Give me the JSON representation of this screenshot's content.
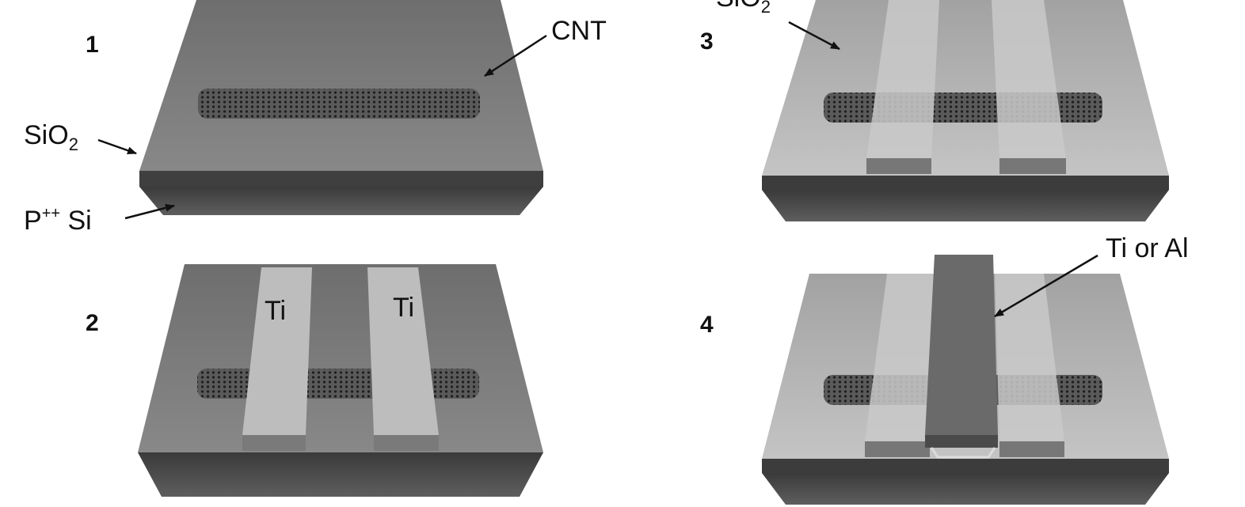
{
  "panels": [
    {
      "number": "1"
    },
    {
      "number": "2"
    },
    {
      "number": "3"
    },
    {
      "number": "4"
    }
  ],
  "labels": {
    "cnt": "CNT",
    "sio2_base": "SiO",
    "sio2_sub": "2",
    "psi_base": "P",
    "psi_sup": "++",
    "psi_tail": " Si",
    "ti_left": "Ti",
    "ti_right": "Ti",
    "gate": "Ti or Al"
  },
  "colors": {
    "oxide_top": "#7c7c7c",
    "oxide_top_light": "#a9a9a9",
    "silicon": "#4e4e4e",
    "ti": "#bdbdbd",
    "gate": "#6a6a6a",
    "nanotube": "#3a3a3a"
  }
}
